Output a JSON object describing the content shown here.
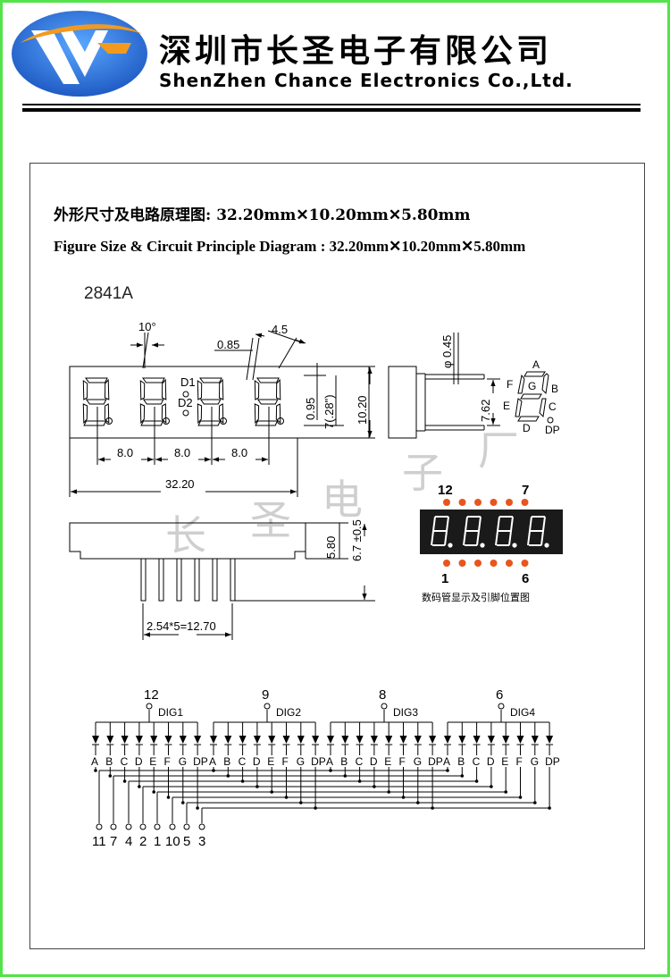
{
  "company": {
    "name_cn": "深圳市长圣电子有限公司",
    "name_en": "ShenZhen Chance Electronics Co.,Ltd."
  },
  "title": {
    "cn": "外形尺寸及电路原理图: 32.20mm✕10.20mm✕5.80mm",
    "en": "Figure Size & Circuit Principle Diagram : 32.20mm✕10.20mm✕5.80mm"
  },
  "model": "2841A",
  "dimensions": {
    "tilt": "10°",
    "seg_width": "0.85",
    "digit_width": "4.5",
    "pin_dia": "φ 0.45",
    "pitch": "8.0",
    "length": "32.20",
    "seg_gap": "0.95",
    "char_height": "7(.28\")",
    "height": "10.20",
    "pin_row": "7.62",
    "depth": "5.80",
    "overall_height": "6.7 ±0.5",
    "pin_span": "2.54*5=12.70"
  },
  "dot_labels": [
    "D1",
    "D2"
  ],
  "segments": [
    "A",
    "B",
    "C",
    "D",
    "E",
    "F",
    "G",
    "DP"
  ],
  "pinout": {
    "top_left": "12",
    "top_right": "7",
    "bottom_left": "1",
    "bottom_right": "6",
    "caption": "数码管显示及引脚位置图",
    "colors": {
      "pin": "#e8551e",
      "display": "#1a1a1a"
    }
  },
  "watermark": [
    "长",
    "圣",
    "电",
    "子",
    "厂"
  ],
  "circuit": {
    "digits": [
      {
        "name": "DIG1",
        "pin": "12"
      },
      {
        "name": "DIG2",
        "pin": "9"
      },
      {
        "name": "DIG3",
        "pin": "8"
      },
      {
        "name": "DIG4",
        "pin": "6"
      }
    ],
    "segment_pins": [
      "11",
      "7",
      "4",
      "2",
      "1",
      "10",
      "5",
      "3"
    ]
  },
  "colors": {
    "border": "#53e34a",
    "logo_blue": "#1f5bc4",
    "logo_orange": "#f39a1e"
  }
}
